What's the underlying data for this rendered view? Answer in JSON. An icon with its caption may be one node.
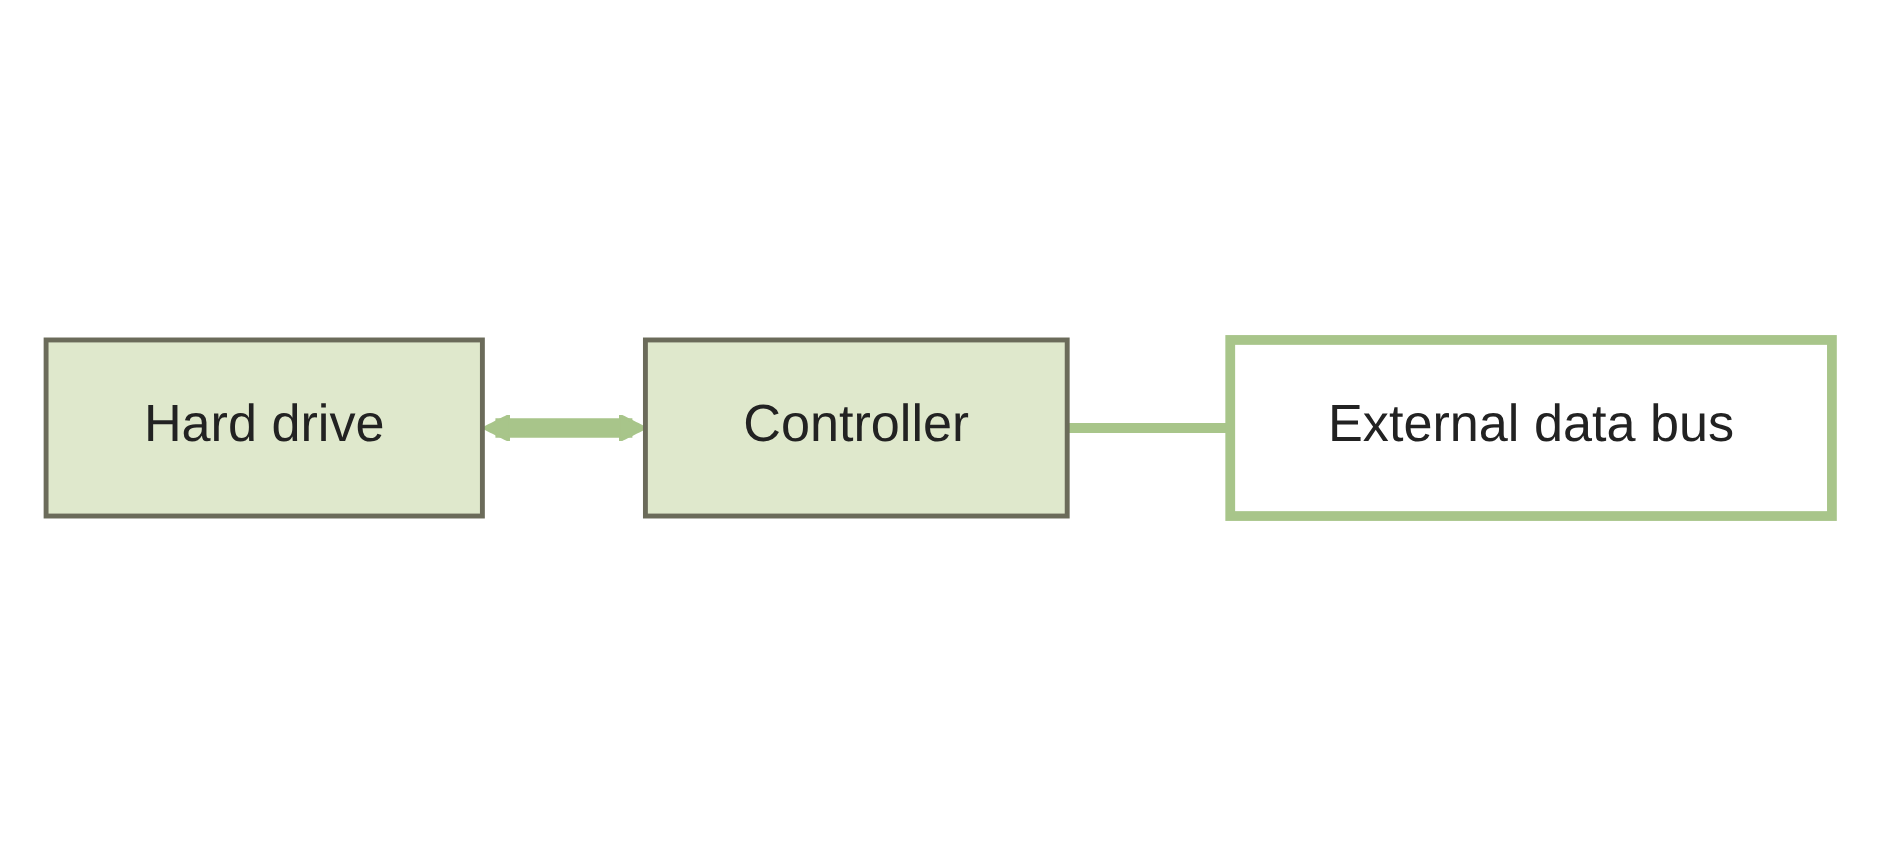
{
  "diagram": {
    "nodes": [
      {
        "text": [
          "Hard drive"
        ]
      },
      {
        "text": [
          "Controller"
        ]
      },
      {
        "text": [
          "External data bus"
        ]
      }
    ],
    "edges": [
      {
        "from": 0,
        "to": 1,
        "arrow": "both",
        "style": "thick"
      },
      {
        "from": 1,
        "to": 2,
        "arrow": "none"
      }
    ]
  }
}
